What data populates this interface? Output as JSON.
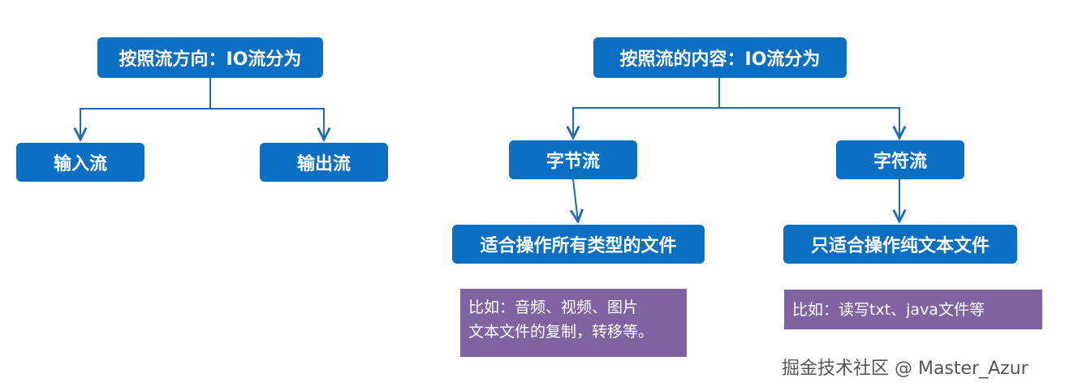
{
  "diagram": {
    "left_tree": {
      "root": "按照流方向：IO流分为",
      "children": [
        "输入流",
        "输出流"
      ]
    },
    "right_tree": {
      "root": "按照流的内容：IO流分为",
      "children": [
        "字节流",
        "字符流"
      ],
      "byte_stream_desc": "适合操作所有类型的文件",
      "char_stream_desc": "只适合操作纯文本文件",
      "byte_stream_example_lines": [
        "比如：音频、视频、图片",
        "文本文件的复制，转移等。"
      ],
      "char_stream_example": "比如：读写txt、java文件等"
    },
    "colors": {
      "box_fill": "#0b6fc4",
      "box_text": "#ffffff",
      "connector": "#1f6bb5",
      "note_fill": "#8064a2"
    }
  },
  "watermark": "掘金技术社区 @ Master_Azur"
}
